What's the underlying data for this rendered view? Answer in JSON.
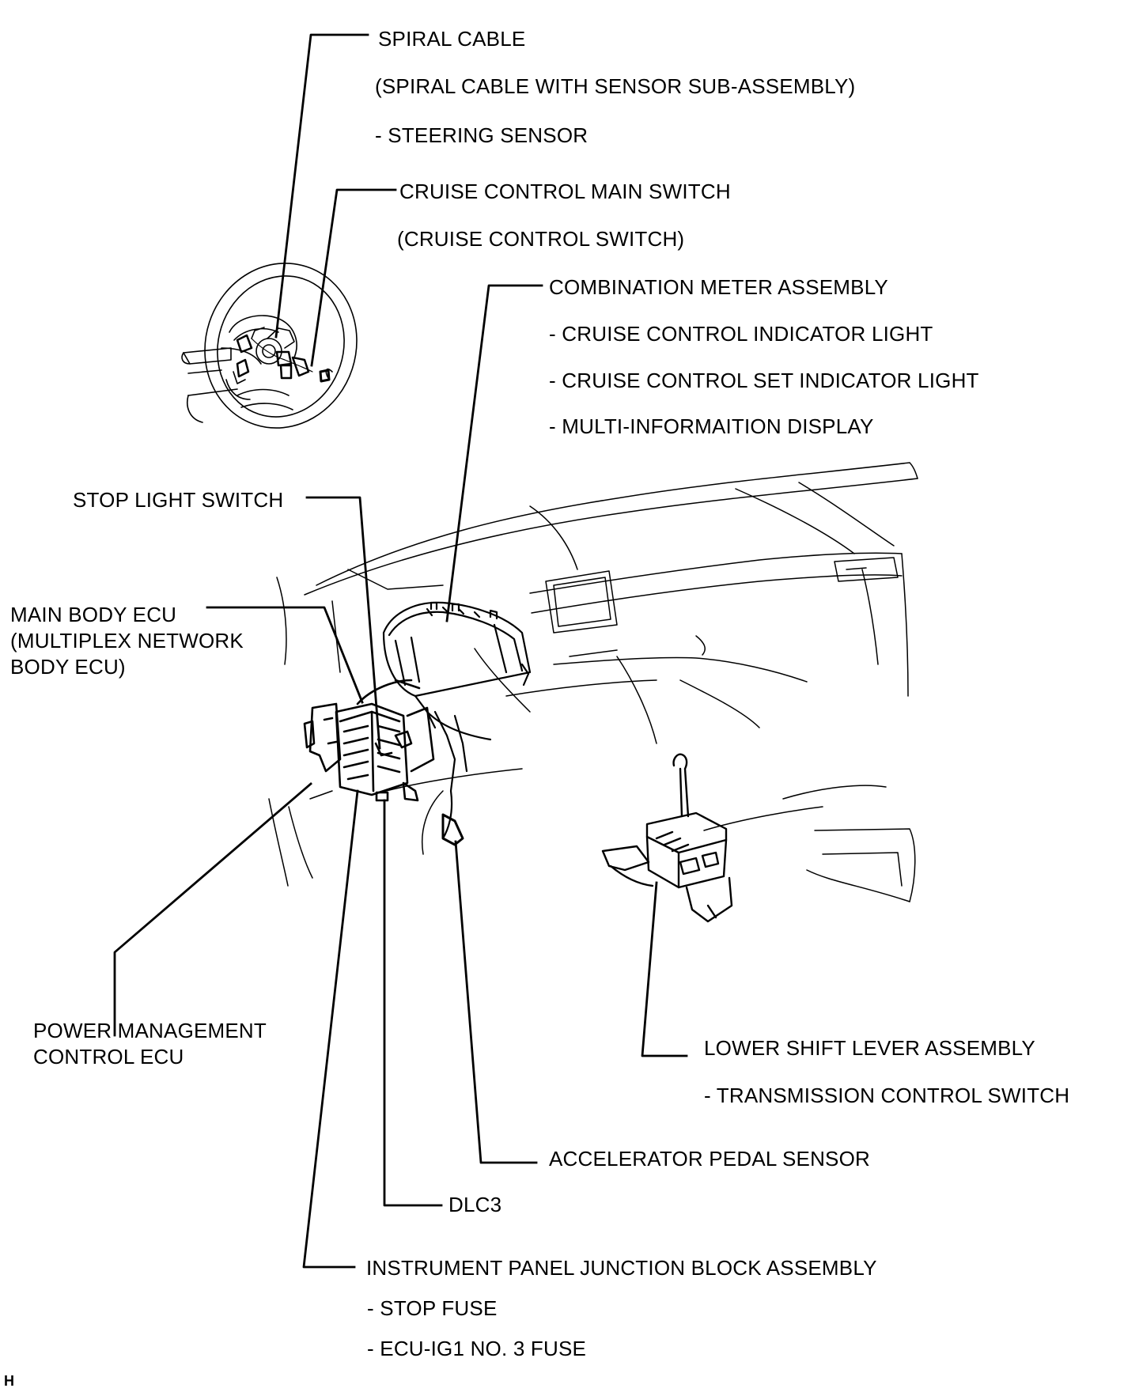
{
  "labels": {
    "spiral_cable": "SPIRAL CABLE",
    "spiral_cable_sub": "(SPIRAL CABLE WITH SENSOR SUB-ASSEMBLY)",
    "steering_sensor": "- STEERING SENSOR",
    "cruise_main_switch": "CRUISE CONTROL MAIN SWITCH",
    "cruise_switch": "(CRUISE CONTROL SWITCH)",
    "combination_meter": "COMBINATION METER ASSEMBLY",
    "cruise_indicator": "- CRUISE CONTROL INDICATOR LIGHT",
    "cruise_set_indicator": "- CRUISE CONTROL SET INDICATOR LIGHT",
    "multi_info_display": "- MULTI-INFORMAITION DISPLAY",
    "stop_light_switch": "STOP LIGHT SWITCH",
    "main_body_ecu_1": "MAIN BODY ECU",
    "main_body_ecu_2": "(MULTIPLEX NETWORK",
    "main_body_ecu_3": "BODY ECU)",
    "power_mgmt_1": "POWER MANAGEMENT",
    "power_mgmt_2": "CONTROL ECU",
    "lower_shift_lever": "LOWER SHIFT LEVER ASSEMBLY",
    "transmission_switch": "- TRANSMISSION CONTROL SWITCH",
    "accelerator_sensor": "ACCELERATOR PEDAL SENSOR",
    "dlc3": "DLC3",
    "ip_junction_block": "INSTRUMENT PANEL JUNCTION BLOCK ASSEMBLY",
    "stop_fuse": "- STOP FUSE",
    "ecu_ig1_fuse": "- ECU-IG1 NO. 3 FUSE",
    "sheet_id": "H"
  },
  "colors": {
    "line": "#000000",
    "background": "#ffffff"
  }
}
